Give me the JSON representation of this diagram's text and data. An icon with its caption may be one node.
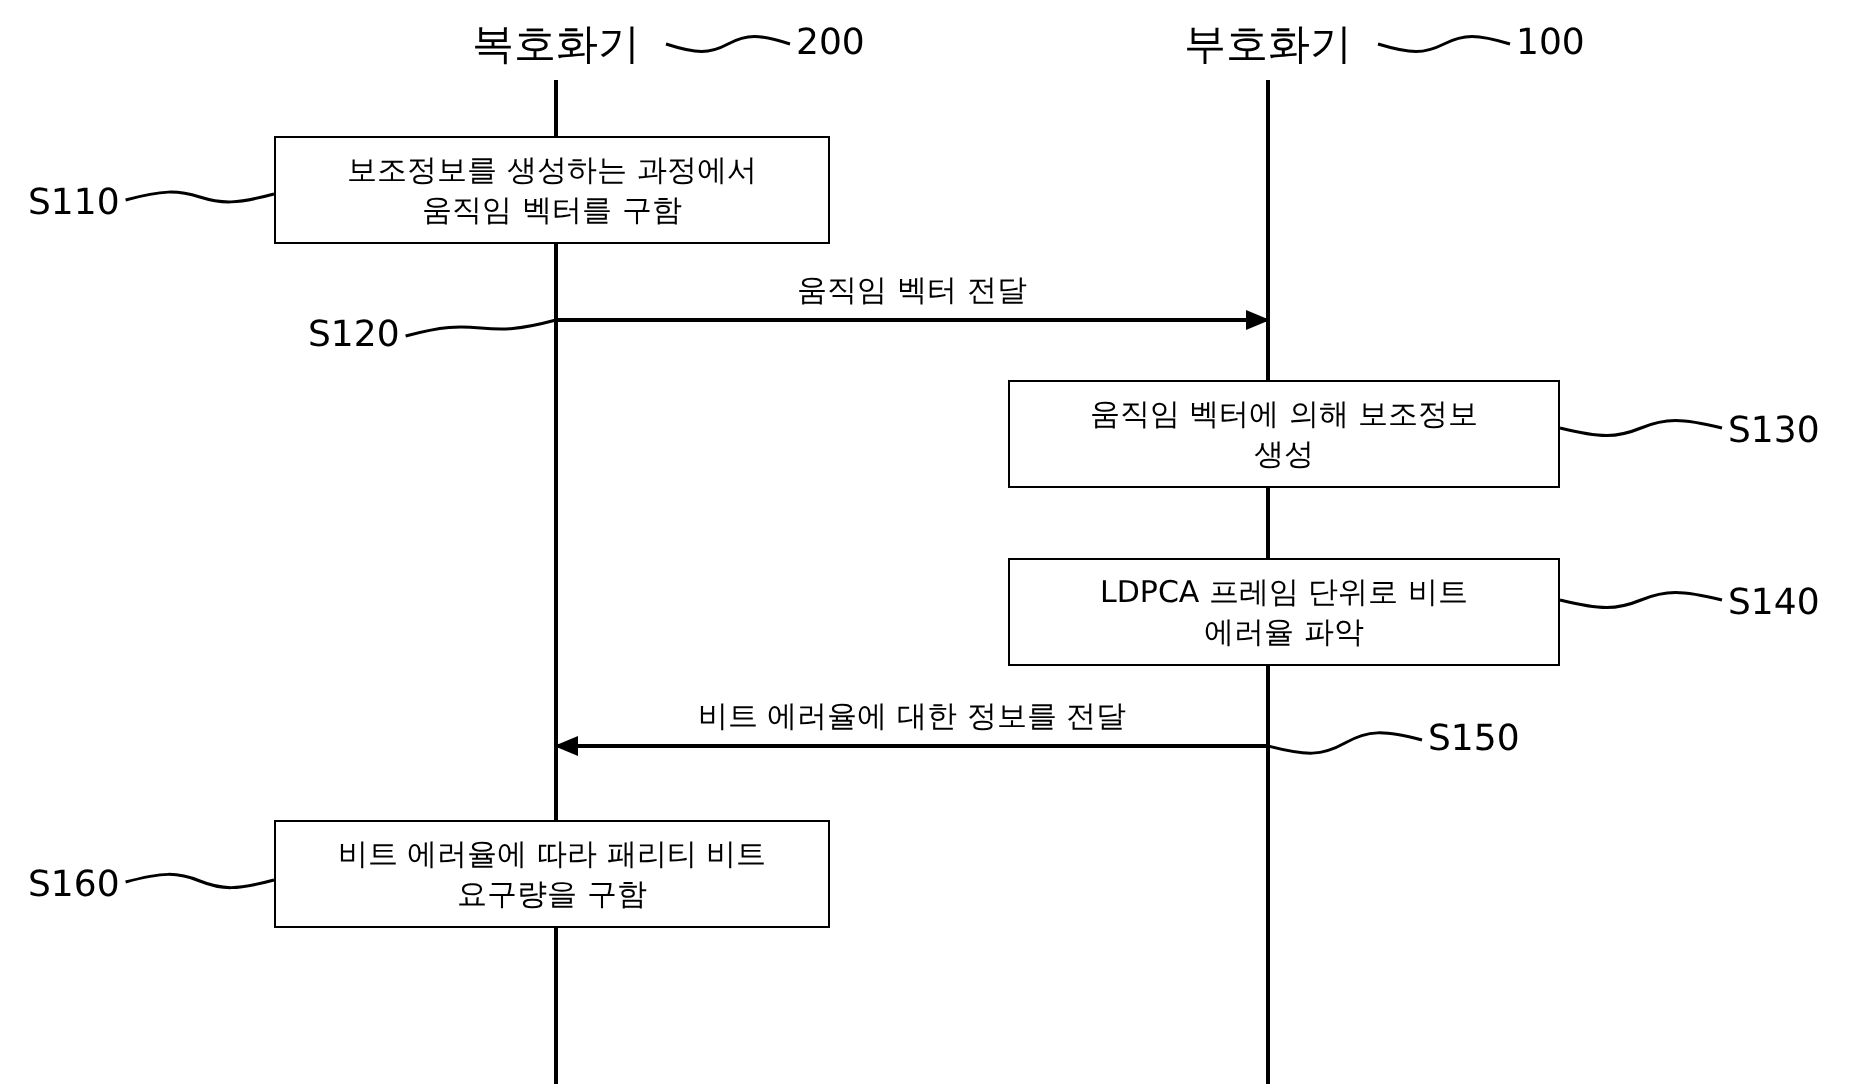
{
  "diagram": {
    "nodes": [
      {
        "text": [
          "복호화기"
        ]
      },
      {
        "text": [
          "부호화기"
        ]
      },
      {
        "text": [
          "보조정보를 생성하는 과정에서 움직임 벡터를 구함"
        ]
      },
      {
        "text": [
          "움직임 벡터에 의해 보조정보 생성"
        ]
      },
      {
        "text": [
          "LDPCA 프레임 단위로 비트 에러율 파악"
        ]
      },
      {
        "text": [
          "비트 에러율에 따라 패리티 비트 요구량을 구함"
        ]
      },
      {
        "text": [
          "200"
        ]
      },
      {
        "text": [
          "100"
        ]
      },
      {
        "text": [
          "S110"
        ]
      },
      {
        "text": [
          "S120"
        ]
      },
      {
        "text": [
          "S130"
        ]
      },
      {
        "text": [
          "S140"
        ]
      },
      {
        "text": [
          "S150"
        ]
      },
      {
        "text": [
          "S160"
        ]
      }
    ],
    "edges": [
      {
        "from": 0,
        "to": 1,
        "arrow": "to",
        "label": "움직임 벡터 전달"
      },
      {
        "from": 1,
        "to": 0,
        "arrow": "to",
        "label": "비트 에러율에 대한 정보를 전달"
      },
      {
        "from": 6,
        "to": 0,
        "arrow": "none"
      },
      {
        "from": 7,
        "to": 1,
        "arrow": "none"
      },
      {
        "from": 8,
        "to": 2,
        "arrow": "none"
      },
      {
        "from": 9,
        "to": 0,
        "arrow": "none"
      },
      {
        "from": 10,
        "to": 3,
        "arrow": "none"
      },
      {
        "from": 11,
        "to": 4,
        "arrow": "none"
      },
      {
        "from": 12,
        "to": 1,
        "arrow": "none"
      },
      {
        "from": 13,
        "to": 5,
        "arrow": "none"
      }
    ]
  }
}
